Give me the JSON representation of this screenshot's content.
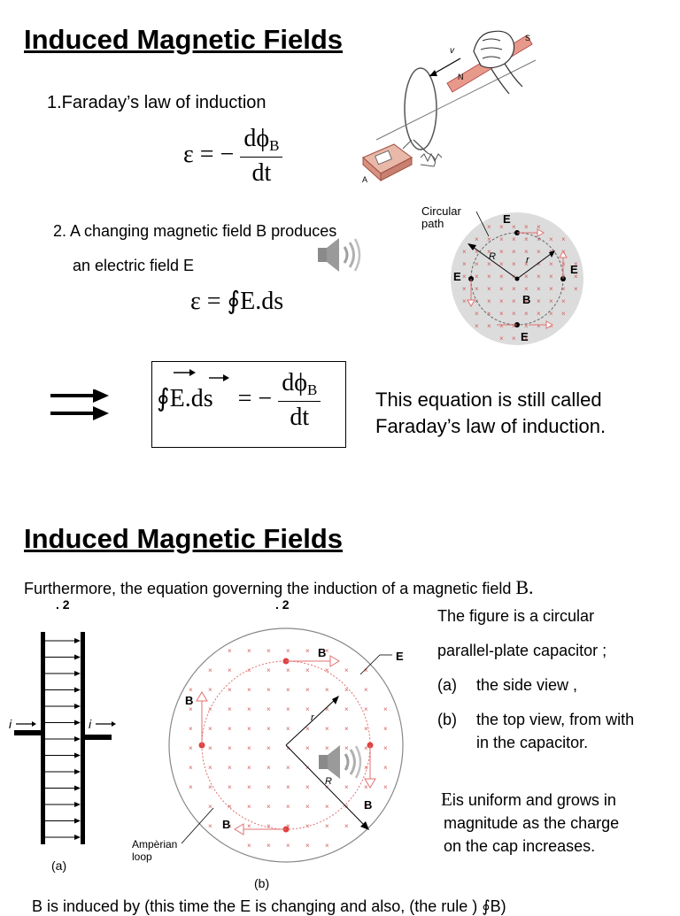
{
  "slide1": {
    "title": "Induced Magnetic Fields",
    "point1": "1.Faraday’s law of induction",
    "eq1": {
      "lhs": "ε = −",
      "num": "dϕ",
      "sub": "B",
      "den": "dt"
    },
    "point2_line1": "2. A changing magnetic field B produces",
    "point2_line2": "an electric field E",
    "eq2": "ε = ∮E.ds",
    "boxed_eq": {
      "lhs": "∮E.ds",
      "mid": "= −",
      "num": "dϕ",
      "sub": "B",
      "den": "dt"
    },
    "note_line1": "This equation is still called",
    "note_line2": "Faraday’s law of induction.",
    "fig_top": {
      "v_label": "v",
      "n_label": "N",
      "s_label": "S",
      "a_label": "A"
    },
    "fig_circle": {
      "path_label_1": "Circular",
      "path_label_2": "path",
      "e_label": "E",
      "b_label": "B",
      "r_upper": "R",
      "r_lower": "r"
    }
  },
  "slide2": {
    "title": "Induced Magnetic Fields",
    "intro": "Furthermore, the equation governing the induction of a magnetic field",
    "intro_symbol": "B.",
    "marker_a": ". 2",
    "marker_b": ". 2",
    "desc_line1": "The figure is a circular",
    "desc_line2": "parallel-plate capacitor ;",
    "item_a_label": "(a)",
    "item_a_text": "the side view ,",
    "item_b_label": "(b)",
    "item_b_text_1": "the top view, from with",
    "item_b_text_2": "in the capacitor.",
    "e_symbol": "E",
    "grow_line1": "is uniform and grows in",
    "grow_line2": "magnitude as the charge",
    "grow_line3": "on the cap increases.",
    "fig_a": {
      "i_left": "i",
      "i_right": "i",
      "caption": "(a)"
    },
    "fig_b": {
      "caption": "(b)",
      "loop_label_1": "Ampèrian",
      "loop_label_2": "loop",
      "e_label": "E",
      "b_label": "B",
      "r_upper": "R",
      "r_lower": "r"
    },
    "bottom_cut_line": "B is induced by (this time the E is changing and also, (the rule ) ∮B)"
  },
  "colors": {
    "field_red": "#d45a5a",
    "loop_red": "#e06060",
    "gray_disc": "#dcdcdc",
    "speaker": "#8a8a8a"
  }
}
